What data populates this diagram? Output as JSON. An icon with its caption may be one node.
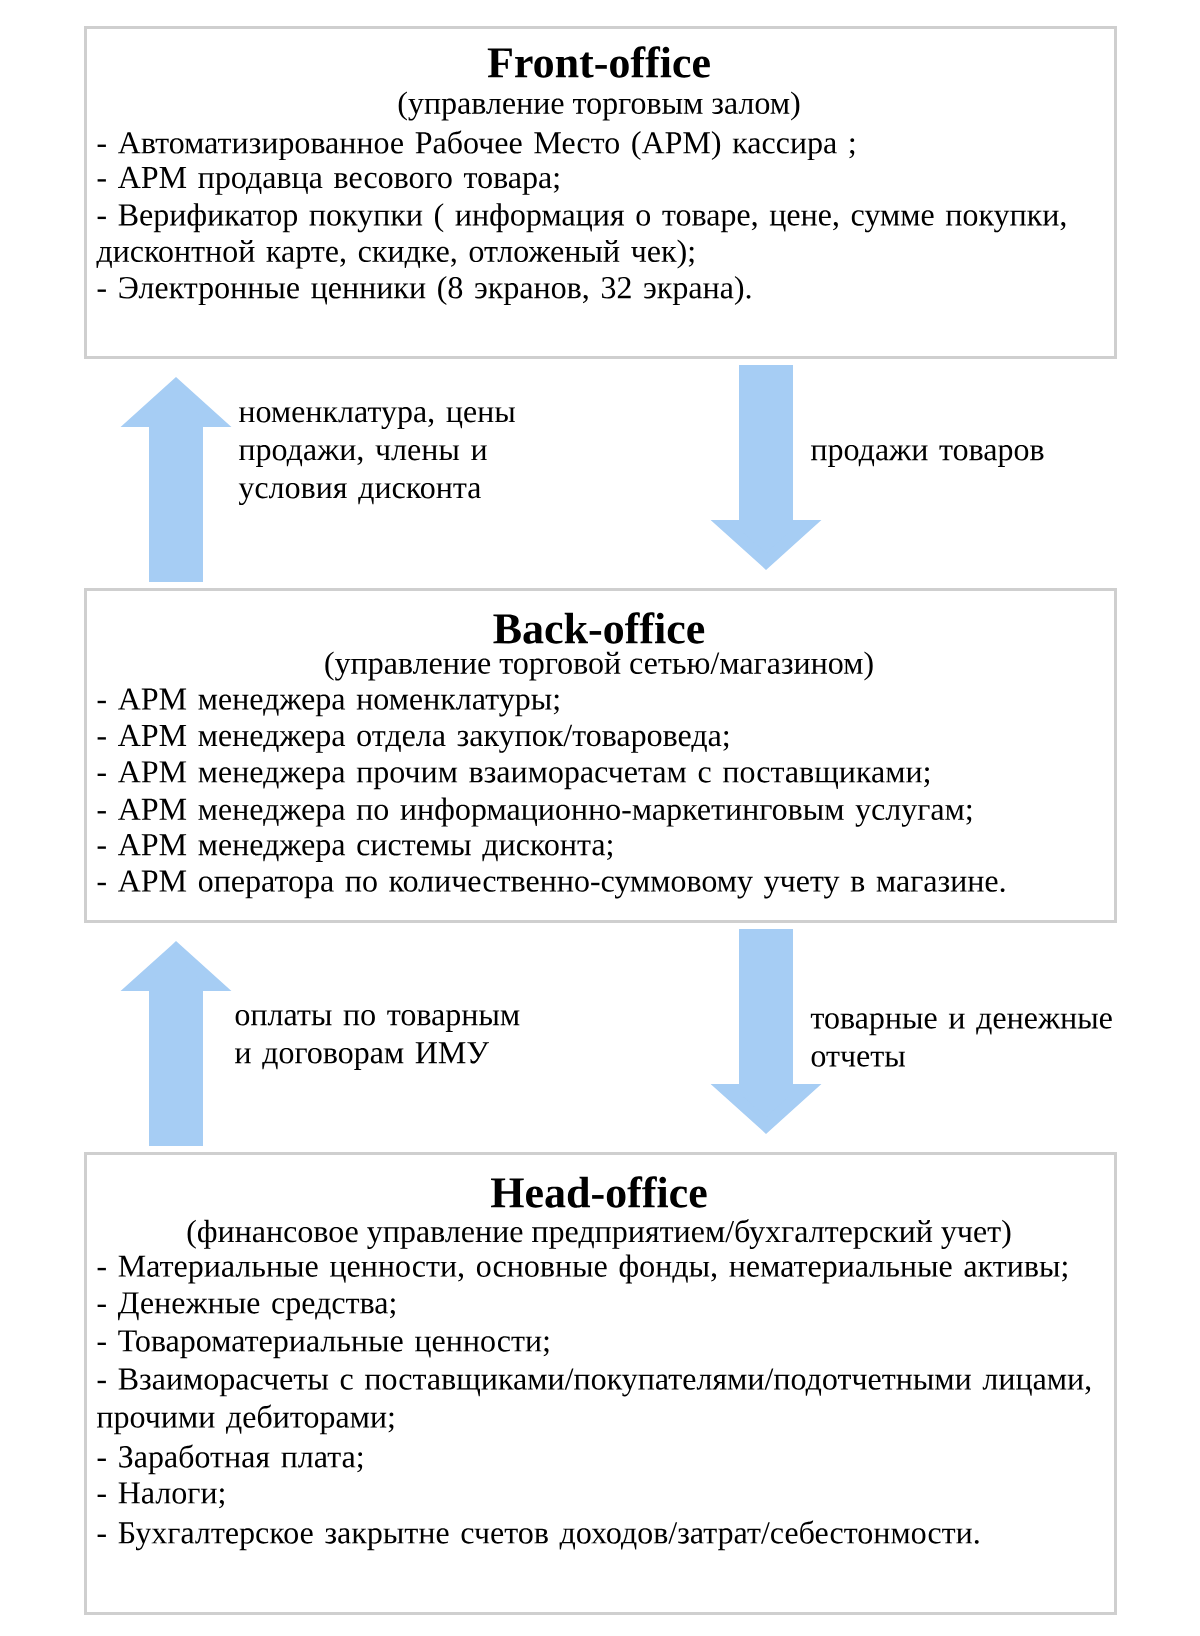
{
  "diagram": {
    "nodes": [
      {
        "text": [
          "Front-office",
          "(управление торговым залом)",
          "- Автоматизированное Рабочее Место (АРМ) кассира ;",
          "- АРМ продавца весового товара;",
          "- Верификатор покупки ( информация о товаре, цене, сумме покупки, дисконтной карте, скидке, отложеный чек);",
          "- Электронные ценники (8 экранов, 32 экрана)."
        ]
      },
      {
        "text": [
          "Back-office",
          "(управление торговой сетью/магазином)",
          "- АРМ менеджера номенклатуры;",
          "- АРМ менеджера отдела закупок/товароведа;",
          "- АРМ менеджера прочим взаиморасчетам с поставщиками;",
          "- АРМ менеджера по информационно-маркетинговым услугам;",
          "- АРМ менеджера системы дисконта;",
          "- АРМ оператора по количественно-суммовому учету в магазине."
        ]
      },
      {
        "text": [
          "Head-office",
          "(финансовое управление предприятием/бухгалтерский учет)",
          "- Материальные ценности, основные фонды, нематериальные активы;",
          "- Денежные средства;",
          "- Товароматериальные ценности;",
          "- Взаиморасчеты с поставщиками/покупателями/подотчетными лицами, прочими дебиторами;",
          "- Заработная плата;",
          "- Налоги;",
          "- Бухгалтерское закрытне счетов доходов/затрат/себестонмости."
        ]
      }
    ],
    "edges": [
      {
        "from": 1,
        "to": 0,
        "arrow": "to",
        "label": "номенклатура, цены продажи, члены и условия дисконта"
      },
      {
        "from": 0,
        "to": 1,
        "arrow": "to",
        "label": "продажи товаров"
      },
      {
        "from": 2,
        "to": 1,
        "arrow": "to",
        "label": "оплаты по товарным и договорам ИМУ"
      },
      {
        "from": 1,
        "to": 2,
        "arrow": "to",
        "label": "товарные и денежные отчеты"
      }
    ]
  }
}
